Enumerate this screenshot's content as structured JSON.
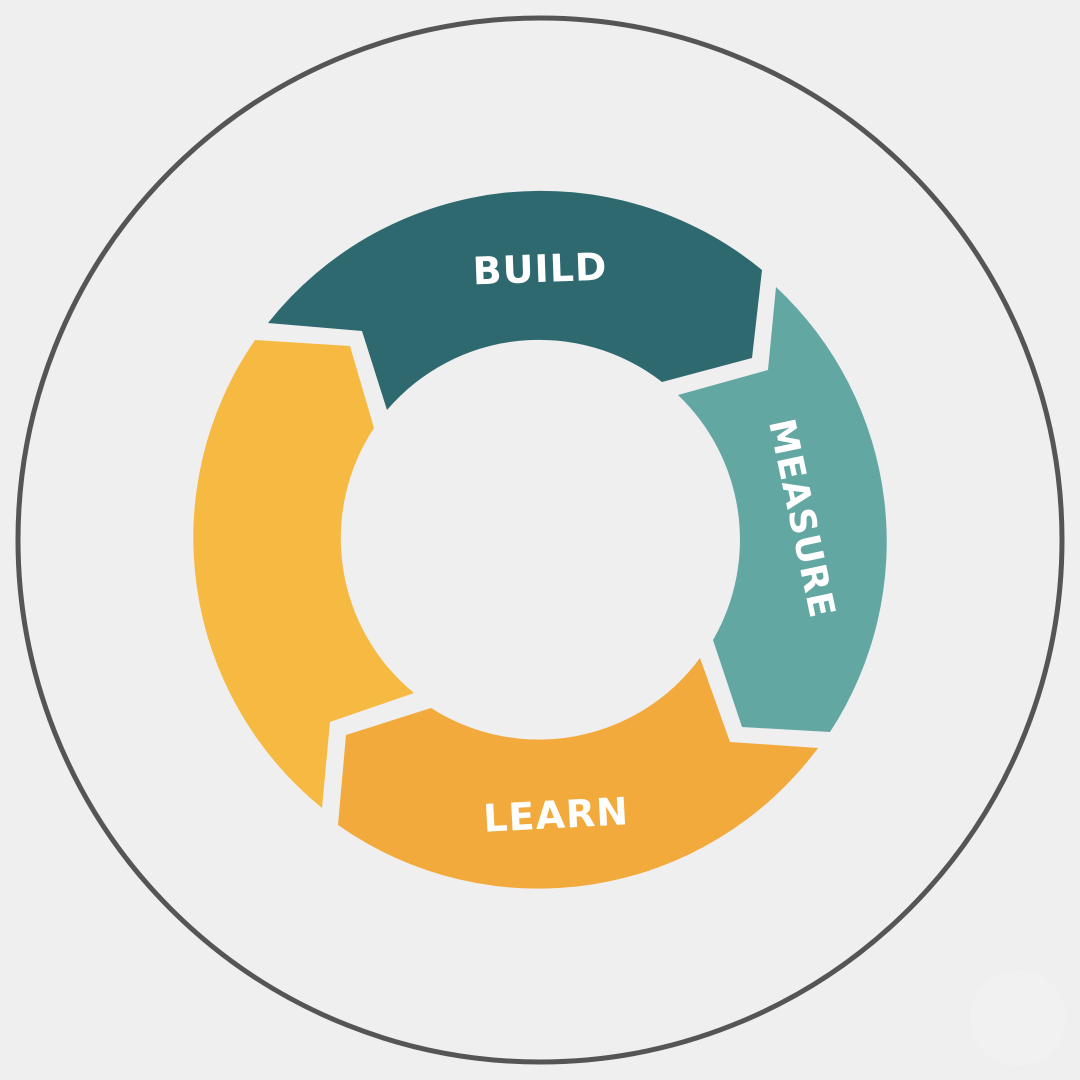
{
  "diagram": {
    "type": "cycle",
    "background": "#EFEFEF",
    "outer_ring_color": "#555555",
    "segments": [
      {
        "label": "BUILD",
        "color": "#2E6970"
      },
      {
        "label": "MEASURE",
        "color": "#63A7A2"
      },
      {
        "label": "LEARN",
        "color": "#F2AA3C"
      },
      {
        "label": "",
        "color": "#F6B942"
      }
    ]
  }
}
